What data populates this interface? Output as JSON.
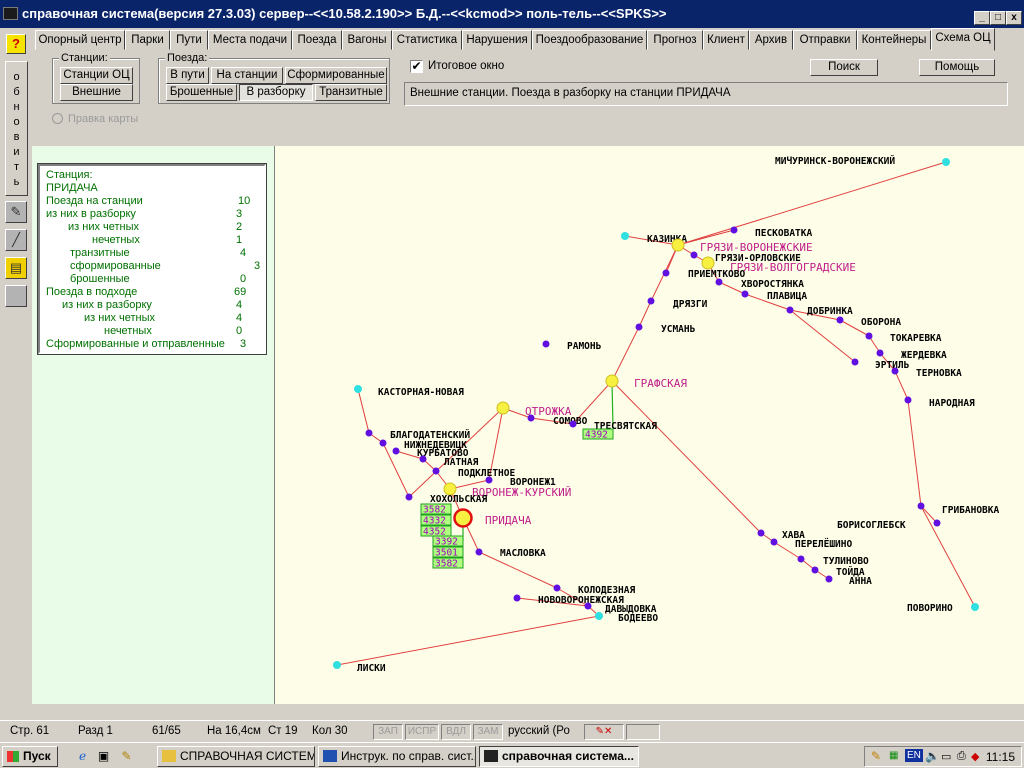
{
  "window": {
    "title": "справочная система(версия 27.3.03) сервер--<<10.58.2.190>> Б.Д.--<<kcmod>> поль-тель--<<SPKS>>",
    "minimize": "_",
    "maximize": "□",
    "close": "x"
  },
  "tabs": [
    {
      "label": "Опорный центр"
    },
    {
      "label": "Парки"
    },
    {
      "label": "Пути"
    },
    {
      "label": "Места подачи"
    },
    {
      "label": "Поезда"
    },
    {
      "label": "Вагоны"
    },
    {
      "label": "Статистика"
    },
    {
      "label": "Нарушения"
    },
    {
      "label": "Поездообразование"
    },
    {
      "label": "Прогноз"
    },
    {
      "label": "Клиент"
    },
    {
      "label": "Архив"
    },
    {
      "label": "Отправки"
    },
    {
      "label": "Контейнеры"
    },
    {
      "label": "Схема ОЦ",
      "active": true
    }
  ],
  "leftbar": {
    "help_label": "?",
    "refresh_chars": [
      "о",
      "б",
      "н",
      "о",
      "в",
      "и",
      "т",
      "ь"
    ]
  },
  "stations_group": {
    "label": "Станции:",
    "btn_oc": "Станции ОЦ",
    "btn_external": "Внешние"
  },
  "trains_group": {
    "label": "Поезда:",
    "btn_on_way": "В пути",
    "btn_at_station": "На станции",
    "btn_formed": "Сформированные",
    "btn_abandoned": "Брошенные",
    "btn_disassembly": "В разборку",
    "btn_transit": "Транзитные"
  },
  "final_window": {
    "label": "Итоговое окно",
    "checked": "✔"
  },
  "search_button": "Поиск",
  "help_button": "Помощь",
  "status_text": "Внешние станции. Поезда в разборку на станции ПРИДАЧА",
  "map_edit_label": "Правка карты",
  "info": [
    {
      "label": "Станция:",
      "value": ""
    },
    {
      "label": "ПРИДАЧА",
      "value": ""
    },
    {
      "label": "Поезда на станции",
      "value": "10"
    },
    {
      "label": "из них в разборку",
      "value": "3"
    },
    {
      "label": "из них четных",
      "value": "2"
    },
    {
      "label": "нечетных",
      "value": "1"
    },
    {
      "label": "транзитные",
      "value": "4"
    },
    {
      "label": "сформированные",
      "value": "3"
    },
    {
      "label": "брошенные",
      "value": "0"
    },
    {
      "label": "Поезда в подходе",
      "value": "69"
    },
    {
      "label": "из них в разборку",
      "value": "4"
    },
    {
      "label": "из них четных",
      "value": "4"
    },
    {
      "label": "нечетных",
      "value": "0"
    },
    {
      "label": "Сформированные и отправленные",
      "value": "3"
    }
  ],
  "colors": {
    "edge": "#e04040",
    "edge_green": "#20b020",
    "node_small": "#6010e0",
    "node_external": "#30e0e0",
    "node_big": "#f8f040",
    "label": "#000000",
    "label_big": "#c0208a",
    "train_box_bg": "#b0ff80",
    "train_box_border": "#20a020",
    "train_text": "#a000c0",
    "current": "#e01010"
  },
  "map": {
    "stations": [
      {
        "id": "michurinsk",
        "name": "МИЧУРИНСК-ВОРОНЕЖСКИЙ",
        "kind": "external"
      },
      {
        "id": "kazinka",
        "name": "КАЗИНКА",
        "kind": "external"
      },
      {
        "id": "peskovatka",
        "name": "ПЕСКОВАТКА",
        "kind": "small"
      },
      {
        "id": "gryazi_vor",
        "name": "ГРЯЗИ-ВОРОНЕЖСКИЕ",
        "kind": "big"
      },
      {
        "id": "gryazi_orl",
        "name": "ГРЯЗИ-ОРЛОВСКИЕ",
        "kind": "small"
      },
      {
        "id": "gryazi_volg",
        "name": "ГРЯЗИ-ВОЛГОГРАДСКИЕ",
        "kind": "big"
      },
      {
        "id": "prientkovo",
        "name": "ПРИЕМТКОВО",
        "kind": "small"
      },
      {
        "id": "khvorostyanka",
        "name": "ХВОРОСТЯНКА",
        "kind": "small"
      },
      {
        "id": "plavitsa",
        "name": "ПЛАВИЦА",
        "kind": "small"
      },
      {
        "id": "dryazgi",
        "name": "ДРЯЗГИ",
        "kind": "small"
      },
      {
        "id": "dobrinka",
        "name": "ДОБРИНКА",
        "kind": "small"
      },
      {
        "id": "oborona",
        "name": "ОБОРОНА",
        "kind": "small"
      },
      {
        "id": "usman",
        "name": "УСМАНЬ",
        "kind": "small"
      },
      {
        "id": "tokarevka",
        "name": "ТОКАРЕВКА",
        "kind": "small"
      },
      {
        "id": "ramon",
        "name": "РАМОНЬ",
        "kind": "small"
      },
      {
        "id": "zherdevka",
        "name": "ЖЕРДЕВКА",
        "kind": "small"
      },
      {
        "id": "ertil",
        "name": "ЭРТИЛЬ",
        "kind": "small"
      },
      {
        "id": "ternovka",
        "name": "ТЕРНОВКА",
        "kind": "small"
      },
      {
        "id": "grafskaya",
        "name": "ГРАФСКАЯ",
        "kind": "big"
      },
      {
        "id": "kastornaya",
        "name": "КАСТОРНАЯ-НОВАЯ",
        "kind": "external"
      },
      {
        "id": "narodnaya",
        "name": "НАРОДНАЯ",
        "kind": "small"
      },
      {
        "id": "otrozhka",
        "name": "ОТРОЖКА",
        "kind": "big"
      },
      {
        "id": "somovo",
        "name": "СОМОВО",
        "kind": "small"
      },
      {
        "id": "tresvyatskaya",
        "name": "ТРЕСВЯТСКАЯ",
        "kind": "small"
      },
      {
        "id": "blagodatensky",
        "name": "БЛАГОДАТЕНСКИЙ",
        "kind": "small"
      },
      {
        "id": "nizhnedevitsk",
        "name": "НИЖНЕДЕВИЦК",
        "kind": "small"
      },
      {
        "id": "kurbatovo",
        "name": "КУРБАТОВО",
        "kind": "small"
      },
      {
        "id": "latnaya",
        "name": "ЛАТНАЯ",
        "kind": "small"
      },
      {
        "id": "podkletnoe",
        "name": "ПОДКЛЕТНОЕ",
        "kind": "small"
      },
      {
        "id": "voronezh1",
        "name": "ВОРОНЕЖ1",
        "kind": "small"
      },
      {
        "id": "voronezh_kursky",
        "name": "ВОРОНЕЖ-КУРСКИЙ",
        "kind": "big"
      },
      {
        "id": "khokholskaya",
        "name": "ХОХОЛЬСКАЯ",
        "kind": "small"
      },
      {
        "id": "gribanovka",
        "name": "ГРИБАНОВКА",
        "kind": "small"
      },
      {
        "id": "pridacha",
        "name": "ПРИДАЧА",
        "kind": "current"
      },
      {
        "id": "borisoglebsk",
        "name": "БОРИСОГЛЕБСК",
        "kind": "small"
      },
      {
        "id": "khava",
        "name": "ХАВА",
        "kind": "small"
      },
      {
        "id": "pereleshino",
        "name": "ПЕРЕЛЁШИНО",
        "kind": "small"
      },
      {
        "id": "maslovka",
        "name": "МАСЛОВКА",
        "kind": "small"
      },
      {
        "id": "tulinovo",
        "name": "ТУЛИНОВО",
        "kind": "small"
      },
      {
        "id": "toyda",
        "name": "ТОЙДА",
        "kind": "small"
      },
      {
        "id": "anna",
        "name": "АННА",
        "kind": "small"
      },
      {
        "id": "kolodeznaya",
        "name": "КОЛОДЕЗНАЯ",
        "kind": "small"
      },
      {
        "id": "novovoronezhskaya",
        "name": "НОВОВОРОНЕЖСКАЯ",
        "kind": "small"
      },
      {
        "id": "davydovka",
        "name": "ДАВЫДОВКА",
        "kind": "small"
      },
      {
        "id": "bodeevo",
        "name": "БОДЕЕВО",
        "kind": "external"
      },
      {
        "id": "povorino",
        "name": "ПОВОРИНО",
        "kind": "external"
      },
      {
        "id": "liski",
        "name": "ЛИСКИ",
        "kind": "external"
      }
    ],
    "train_boxes": [
      {
        "id": "t4392",
        "number": "4392"
      },
      {
        "id": "t3582a",
        "number": "3582"
      },
      {
        "id": "t4332",
        "number": "4332"
      },
      {
        "id": "t4352",
        "number": "4352"
      },
      {
        "id": "t3392",
        "number": "3392"
      },
      {
        "id": "t3501",
        "number": "3501"
      },
      {
        "id": "t3582b",
        "number": "3582"
      }
    ]
  },
  "statusbar": {
    "page": "Стр. 61",
    "section": "Разд 1",
    "pages": "61/65",
    "at": "На 16,4см",
    "line": "Ст 19",
    "col": "Кол 30",
    "rec": "ЗАП",
    "fix": "ИСПР",
    "ext": "ВДЛ",
    "ovr": "ЗАМ",
    "lang": "русский (Ро"
  },
  "taskbar": {
    "start": "Пуск",
    "tasks": [
      {
        "label": "СПРАВОЧНАЯ СИСТЕМА"
      },
      {
        "label": "Инструк. по справ. сист..."
      },
      {
        "label": "справочная система...",
        "active": true
      }
    ],
    "lang_indicator": "EN",
    "clock": "11:15"
  }
}
